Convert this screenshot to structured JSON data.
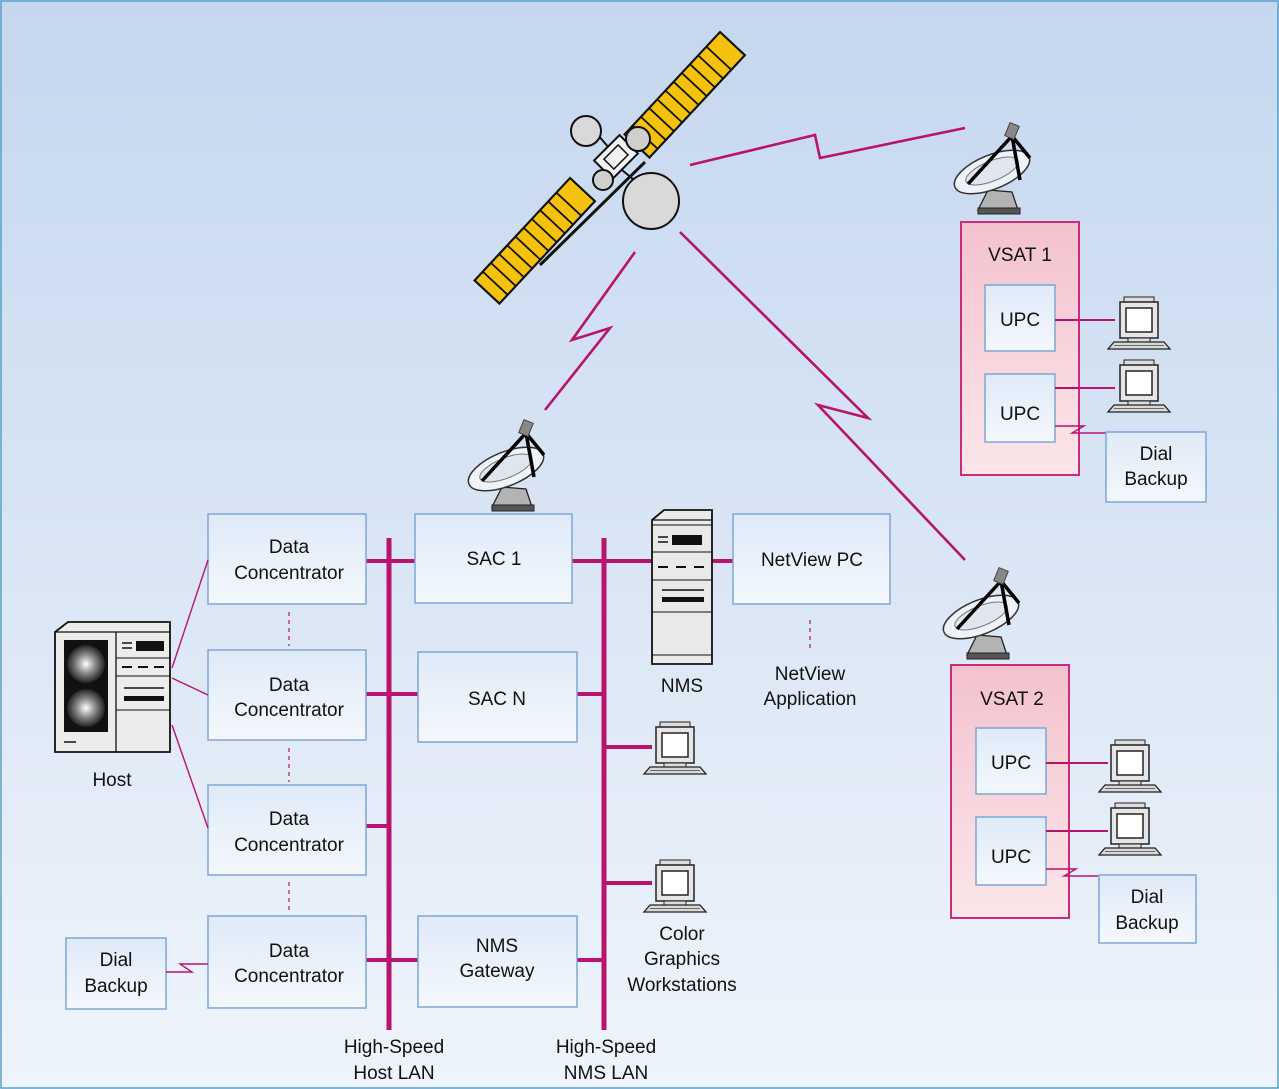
{
  "labels": {
    "vsat1": "VSAT 1",
    "vsat2": "VSAT 2",
    "upc": "UPC",
    "dial": "Dial",
    "backup": "Backup",
    "data": "Data",
    "concentrator": "Concentrator",
    "sac1": "SAC 1",
    "sacn": "SAC N",
    "netview_pc": "NetView PC",
    "netview_app_1": "NetView",
    "netview_app_2": "Application",
    "nms": "NMS",
    "host": "Host",
    "nms_gateway_1": "NMS",
    "nms_gateway_2": "Gateway",
    "cgw_1": "Color",
    "cgw_2": "Graphics",
    "cgw_3": "Workstations",
    "host_lan_1": "High-Speed",
    "host_lan_2": "Host LAN",
    "nms_lan_1": "High-Speed",
    "nms_lan_2": "NMS LAN"
  },
  "colors": {
    "link": "#b8136e",
    "box_border": "#7ea6d6",
    "vsat_border": "#cc2a7a",
    "background_top": "#c5d7ee",
    "background_bottom": "#eef4fb"
  },
  "icons": [
    "satellite-icon",
    "dish-antenna-icon",
    "terminal-icon",
    "host-computer-icon",
    "server-icon"
  ]
}
